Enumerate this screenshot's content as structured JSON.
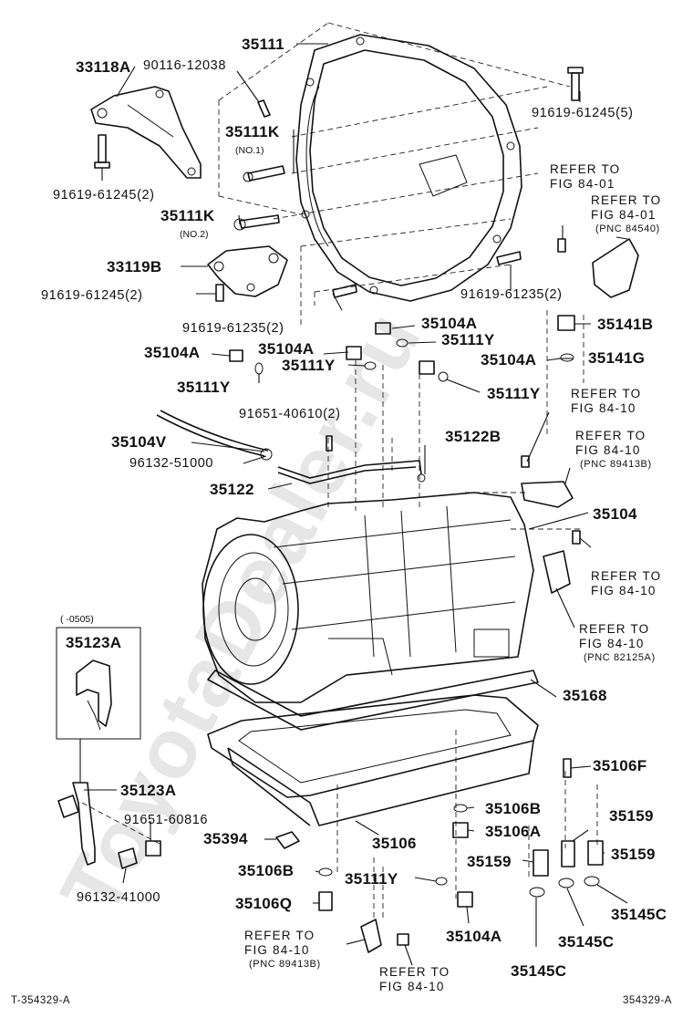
{
  "watermark": "ToyotaDealer.ru",
  "footer": {
    "left_code": "T-354329-A",
    "right_code": "354329-A"
  },
  "inset": {
    "date_range": "(     -0505)",
    "part_number": "35123A"
  },
  "labels": {
    "l_35111": "35111",
    "l_33118a": "33118A",
    "l_90116": "90116-12038",
    "l_35111k_1": "35111K",
    "l_no1": "(NO.1)",
    "l_91619_61245_2a": "91619-61245(2)",
    "l_35111k_2": "35111K",
    "l_no2": "(NO.2)",
    "l_33119b": "33119B",
    "l_91619_61245_2b": "91619-61245(2)",
    "l_91619_61235_2a": "91619-61235(2)",
    "l_91619_61245_5": "91619-61245(5)",
    "l_91619_61235_2b": "91619-61235(2)",
    "l_35104a_1": "35104A",
    "l_35111y_1": "35111Y",
    "l_35104a_2": "35104A",
    "l_35104a_3": "35104A",
    "l_35111y_2": "35111Y",
    "l_35111y_3": "35111Y",
    "l_35104a_4": "35104A",
    "l_35111y_4": "35111Y",
    "l_35141b": "35141B",
    "l_35141g": "35141G",
    "l_91651_40610": "91651-40610(2)",
    "l_35104v": "35104V",
    "l_96132_51000": "96132-51000",
    "l_35122": "35122",
    "l_35122b": "35122B",
    "l_35104": "35104",
    "l_35168": "35168",
    "l_35106f": "35106F",
    "l_35123a": "35123A",
    "l_91651_60816": "91651-60816",
    "l_96132_41000": "96132-41000",
    "l_35394": "35394",
    "l_35106": "35106",
    "l_35106b_1": "35106B",
    "l_35106a": "35106A",
    "l_35159_1": "35159",
    "l_35159_2": "35159",
    "l_35159_3": "35159",
    "l_35106b_2": "35106B",
    "l_35111y_5": "35111Y",
    "l_35106q": "35106Q",
    "l_35104a_5": "35104A",
    "l_35145c_1": "35145C",
    "l_35145c_2": "35145C",
    "l_35145c_3": "35145C"
  },
  "refs": {
    "r1_a": "REFER TO",
    "r1_b": "FIG 84-01",
    "r2_a": "REFER TO",
    "r2_b": "FIG 84-01",
    "r2_c": "(PNC 84540)",
    "r3_a": "REFER TO",
    "r3_b": "FIG 84-10",
    "r4_a": "REFER TO",
    "r4_b": "FIG 84-10",
    "r4_c": "(PNC 89413B)",
    "r5_a": "REFER TO",
    "r5_b": "FIG 84-10",
    "r6_a": "REFER TO",
    "r6_b": "FIG 84-10",
    "r6_c": "(PNC 82125A)",
    "r7_a": "REFER TO",
    "r7_b": "FIG 84-10",
    "r7_c": "(PNC 89413B)",
    "r8_a": "REFER TO",
    "r8_b": "FIG 84-10"
  }
}
